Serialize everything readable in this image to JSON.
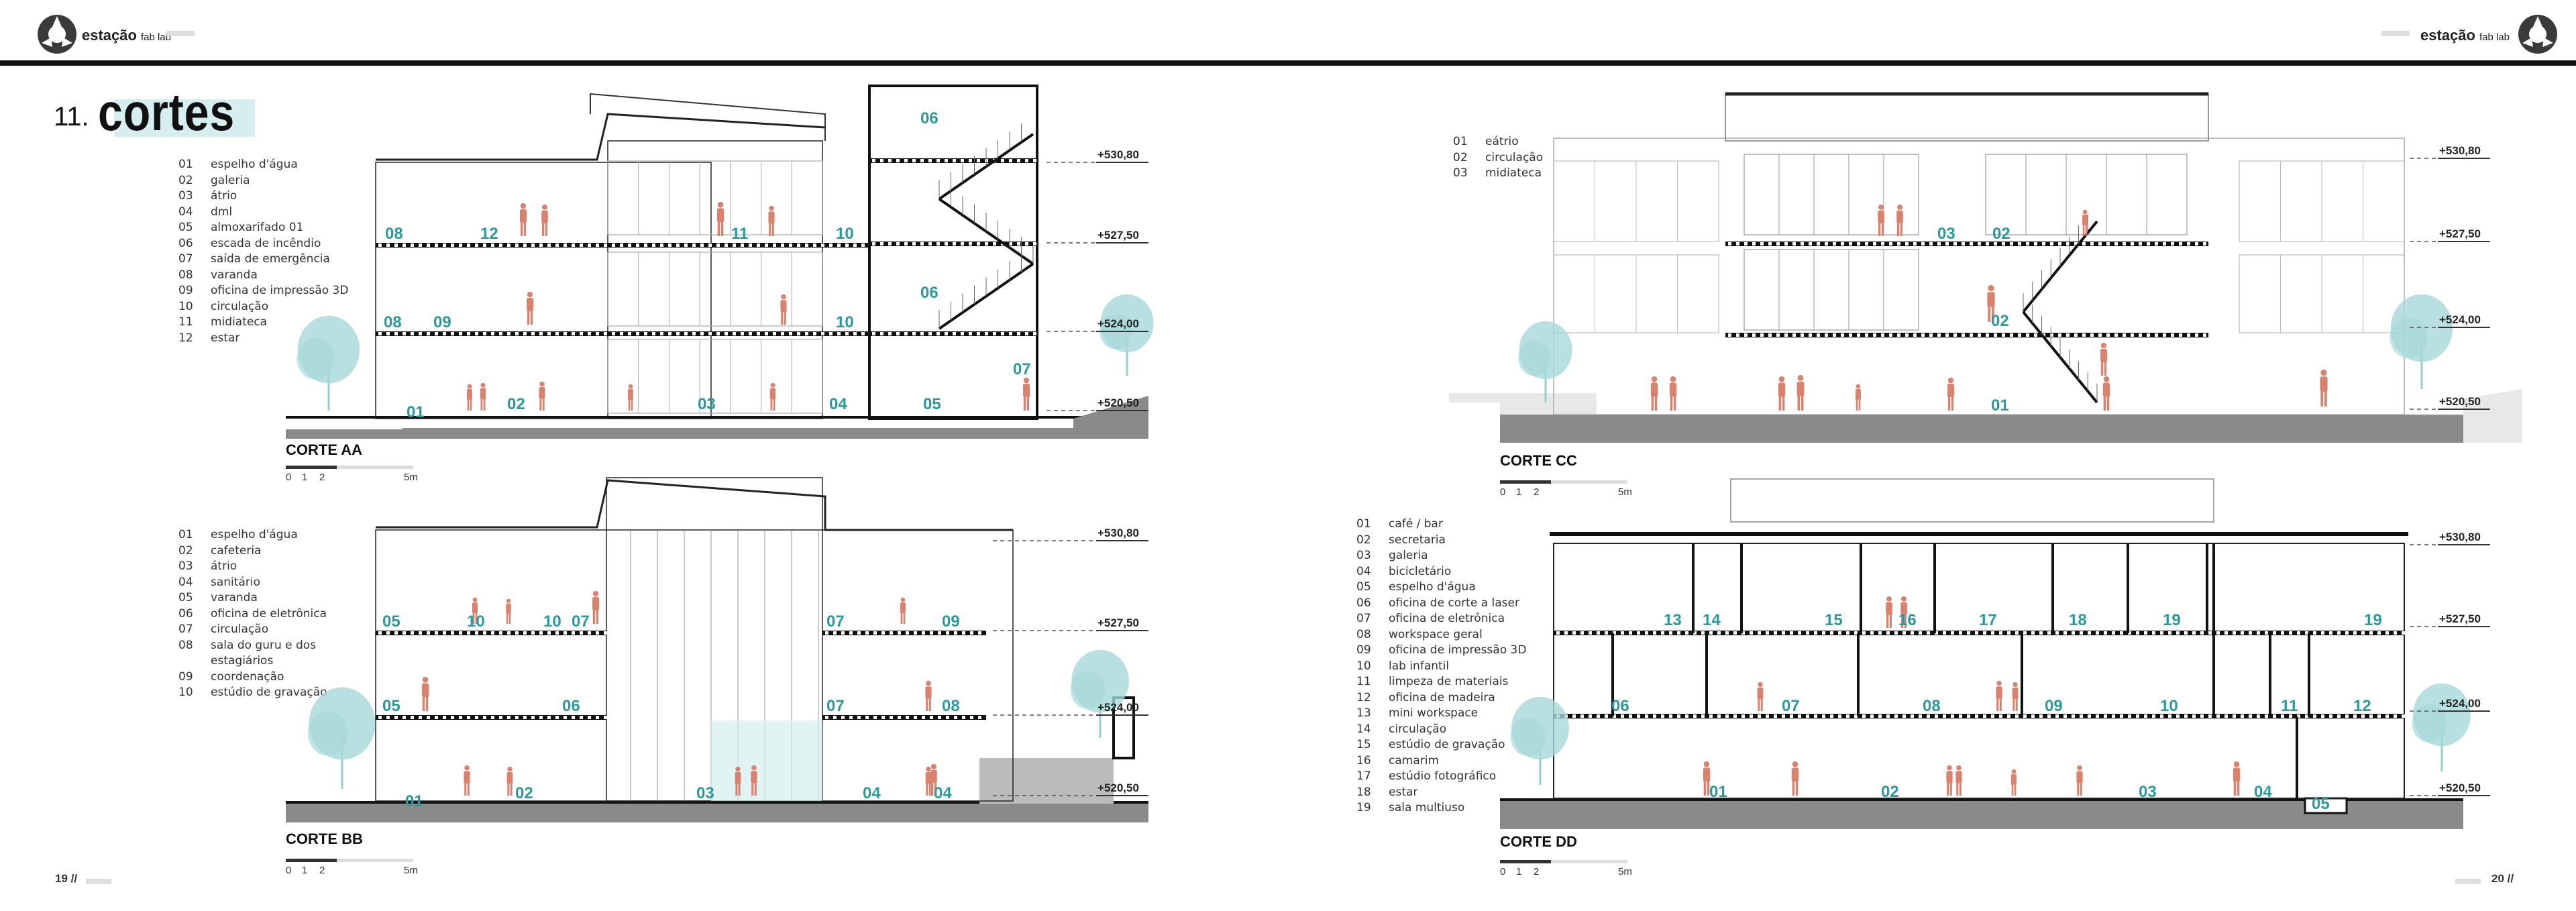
{
  "brand": {
    "name": "estação",
    "sub": "fab lab"
  },
  "title": {
    "number": "11.",
    "text": "cortes"
  },
  "pages": {
    "left": "19 //",
    "right": "20 //"
  },
  "scale_ticks": [
    "0",
    "1",
    "2",
    "5m"
  ],
  "levels": [
    "+530,80",
    "+527,50",
    "+524,00",
    "+520,50"
  ],
  "legend_aa": [
    {
      "num": "01",
      "label": "espelho d'água"
    },
    {
      "num": "02",
      "label": "galeria"
    },
    {
      "num": "03",
      "label": "átrio"
    },
    {
      "num": "04",
      "label": "dml"
    },
    {
      "num": "05",
      "label": "almoxarifado 01"
    },
    {
      "num": "06",
      "label": "escada de incêndio"
    },
    {
      "num": "07",
      "label": "saída de emergência"
    },
    {
      "num": "08",
      "label": "varanda"
    },
    {
      "num": "09",
      "label": "oficina de impressão 3D"
    },
    {
      "num": "10",
      "label": "circulação"
    },
    {
      "num": "11",
      "label": "midiateca"
    },
    {
      "num": "12",
      "label": "estar"
    }
  ],
  "legend_bb": [
    {
      "num": "01",
      "label": "espelho d'água"
    },
    {
      "num": "02",
      "label": "cafeteria"
    },
    {
      "num": "03",
      "label": "átrio"
    },
    {
      "num": "04",
      "label": "sanitário"
    },
    {
      "num": "05",
      "label": "varanda"
    },
    {
      "num": "06",
      "label": "oficina de eletrônica"
    },
    {
      "num": "07",
      "label": "circulação"
    },
    {
      "num": "08",
      "label": "sala do guru e dos"
    },
    {
      "num": "",
      "label": "estagiários"
    },
    {
      "num": "09",
      "label": "coordenação"
    },
    {
      "num": "10",
      "label": "estúdio de gravação"
    }
  ],
  "legend_cc": [
    {
      "num": "01",
      "label": "eátrio"
    },
    {
      "num": "02",
      "label": "circulação"
    },
    {
      "num": "03",
      "label": "midiateca"
    }
  ],
  "legend_dd": [
    {
      "num": "01",
      "label": "café / bar"
    },
    {
      "num": "02",
      "label": "secretaria"
    },
    {
      "num": "03",
      "label": "galeria"
    },
    {
      "num": "04",
      "label": "bicicletário"
    },
    {
      "num": "05",
      "label": "espelho d'água"
    },
    {
      "num": "06",
      "label": "oficina de corte a laser"
    },
    {
      "num": "07",
      "label": "oficina de eletrônica"
    },
    {
      "num": "08",
      "label": "workspace geral"
    },
    {
      "num": "09",
      "label": "oficina de impressão 3D"
    },
    {
      "num": "10",
      "label": "lab infantil"
    },
    {
      "num": "11",
      "label": "limpeza de materiais"
    },
    {
      "num": "12",
      "label": "oficina de madeira"
    },
    {
      "num": "13",
      "label": "mini workspace"
    },
    {
      "num": "14",
      "label": "circulação"
    },
    {
      "num": "15",
      "label": "estúdio de gravação"
    },
    {
      "num": "16",
      "label": "camarim"
    },
    {
      "num": "17",
      "label": "estúdio fotográfico"
    },
    {
      "num": "18",
      "label": "estar"
    },
    {
      "num": "19",
      "label": "sala multiuso"
    }
  ],
  "sections": {
    "aa": {
      "title": "CORTE AA",
      "rooms": [
        "08",
        "12",
        "11",
        "10",
        "06",
        "08",
        "09",
        "10",
        "06",
        "01",
        "02",
        "03",
        "04",
        "05",
        "07"
      ]
    },
    "bb": {
      "title": "CORTE BB",
      "rooms": [
        "05",
        "10",
        "10",
        "07",
        "07",
        "09",
        "05",
        "06",
        "07",
        "08",
        "01",
        "02",
        "03",
        "04",
        "04"
      ]
    },
    "cc": {
      "title": "CORTE CC",
      "rooms": [
        "03",
        "02",
        "02",
        "01"
      ]
    },
    "dd": {
      "title": "CORTE DD",
      "rooms": [
        "13",
        "14",
        "15",
        "16",
        "17",
        "18",
        "19",
        "19",
        "06",
        "07",
        "08",
        "09",
        "10",
        "11",
        "12",
        "01",
        "02",
        "03",
        "04",
        "05"
      ]
    }
  },
  "colors": {
    "teal": "#2a9aa0",
    "figure": "#d9826d",
    "tree": "#a8d8d8",
    "ground": "#8a8a8a"
  }
}
